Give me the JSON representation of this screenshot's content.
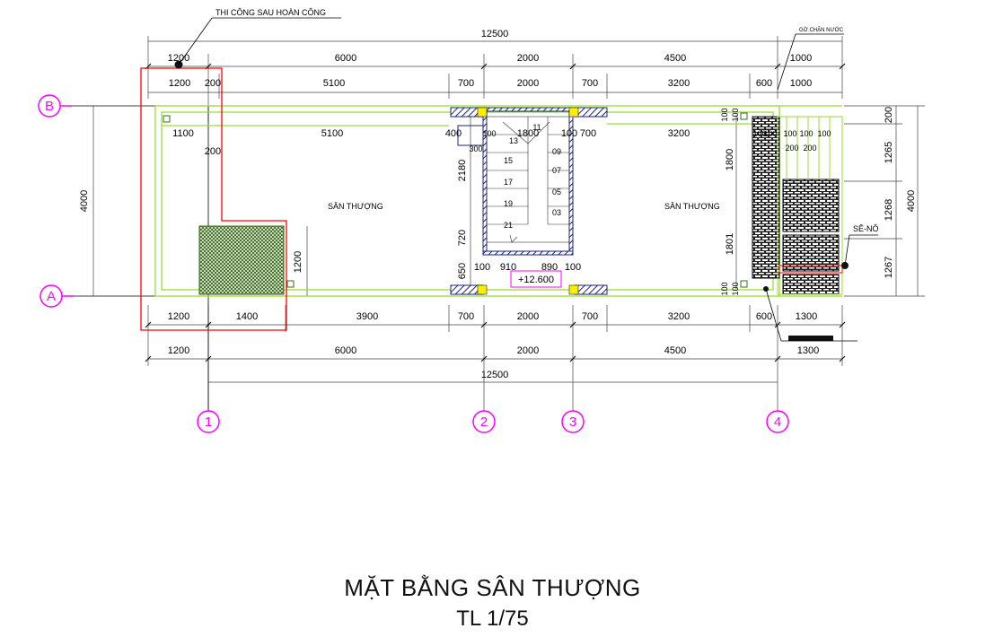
{
  "drawing": {
    "title": "MẶT BẰNG SÂN THƯỢNG",
    "scale": "TL 1/75",
    "level_mark": "+12.600",
    "room_left": "SÂN THƯỢNG",
    "room_right": "SÂN THƯỢNG",
    "note_construction": "THI CÔNG SAU HOÀN CÔNG",
    "note_water": "GỜ CHẶN NƯỚC",
    "note_se_no": "SÊ-NÔ"
  },
  "grid": {
    "rows": [
      "B",
      "A"
    ],
    "cols": [
      "1",
      "2",
      "3",
      "4"
    ]
  },
  "dims": {
    "top_total": "12500",
    "top_row1": [
      "1200",
      "6000",
      "2000",
      "4500",
      "1000"
    ],
    "top_row2": [
      "1200",
      "200",
      "5100",
      "700",
      "2000",
      "700",
      "3200",
      "600",
      "1000"
    ],
    "inner_top": [
      "1100",
      "5100",
      "400",
      "1800",
      "100",
      "700",
      "3200"
    ],
    "inner_right_small": [
      "100",
      "100",
      "100",
      "100",
      "200",
      "200",
      "100"
    ],
    "bottom_row1": [
      "1200",
      "1400",
      "3900",
      "700",
      "2000",
      "700",
      "3200",
      "600",
      "1300"
    ],
    "bottom_row2": [
      "1200",
      "6000",
      "2000",
      "4500",
      "1300"
    ],
    "bottom_total": "12500",
    "left_height": "4000",
    "right_height": "4000",
    "right_parts": [
      "200",
      "1265",
      "1268",
      "1267"
    ],
    "stair_vertical": [
      "2180",
      "720",
      "650"
    ],
    "stair_bottom": [
      "100",
      "910",
      "890",
      "100"
    ],
    "misc": [
      "200",
      "300",
      "100",
      "1200",
      "1800",
      "1801",
      "100",
      "100",
      "100",
      "100"
    ],
    "stair_steps": [
      "13",
      "11",
      "09",
      "15",
      "07",
      "17",
      "05",
      "19",
      "03",
      "21"
    ]
  },
  "colors": {
    "grid_axis": "#ff00ff",
    "wall_line": "#99dd33",
    "column": "#ffee00",
    "wall_hatch": "#1a237e",
    "note_box": "#ff0000",
    "dim_line": "#444444"
  }
}
